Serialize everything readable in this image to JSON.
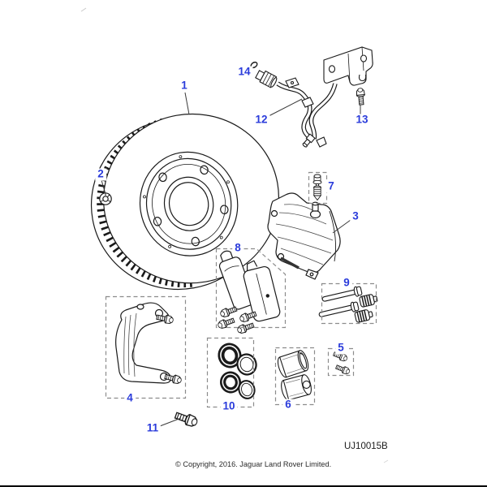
{
  "diagram": {
    "drawing_code": "UJ10015B",
    "copyright": "© Copyright, 2016. Jaguar Land Rover Limited.",
    "callout_color": "#2b3cdb",
    "line_color": "#1a1a1a",
    "dashed_box_color": "#8c8c8c",
    "background_color": "#ffffff"
  },
  "callouts": [
    {
      "number": "1"
    },
    {
      "number": "2"
    },
    {
      "number": "3"
    },
    {
      "number": "4"
    },
    {
      "number": "5"
    },
    {
      "number": "6"
    },
    {
      "number": "7"
    },
    {
      "number": "8"
    },
    {
      "number": "9"
    },
    {
      "number": "10"
    },
    {
      "number": "11"
    },
    {
      "number": "12"
    },
    {
      "number": "13"
    },
    {
      "number": "14"
    }
  ]
}
